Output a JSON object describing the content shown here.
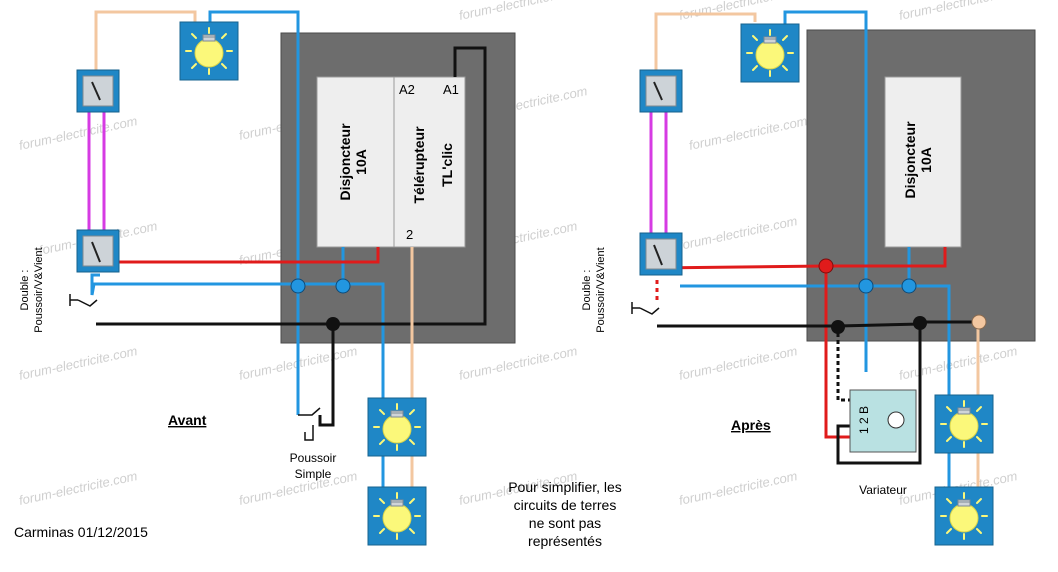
{
  "watermark": "forum-electricite.com",
  "left_panel": {
    "breaker_label": [
      "Disjoncteur",
      "10A"
    ],
    "relay_label": [
      "Télérupteur",
      "TL'clic"
    ],
    "terminal_a2": "A2",
    "terminal_a1": "A1",
    "terminal_2": "2",
    "switch_label": [
      "Double :",
      "Poussoir/V&Vient"
    ],
    "caption": "Avant",
    "pushbutton_label": [
      "Poussoir",
      "Simple"
    ],
    "author": "Carminas 01/12/2015"
  },
  "right_panel": {
    "breaker_label": [
      "Disjoncteur",
      "10A"
    ],
    "switch_label": [
      "Double :",
      "Poussoir/V&Vient"
    ],
    "caption": "Après",
    "dimmer_terminals": "1 2 B",
    "dimmer_label": "Variateur"
  },
  "note": [
    "Pour simplifier, les",
    "circuits de terres",
    "ne sont pas",
    "représentés"
  ],
  "colors": {
    "panel": "#6d6d6d",
    "module": "#eeeeee",
    "lamp_box": "#1f87c6",
    "bulb": "#fbf87a",
    "wire_blue": "#2296e0",
    "wire_red": "#e01b1b",
    "wire_black": "#111111",
    "wire_beige": "#f3c7a0",
    "wire_magenta": "#d63be3",
    "dimmer_body": "#b9e1e2"
  }
}
